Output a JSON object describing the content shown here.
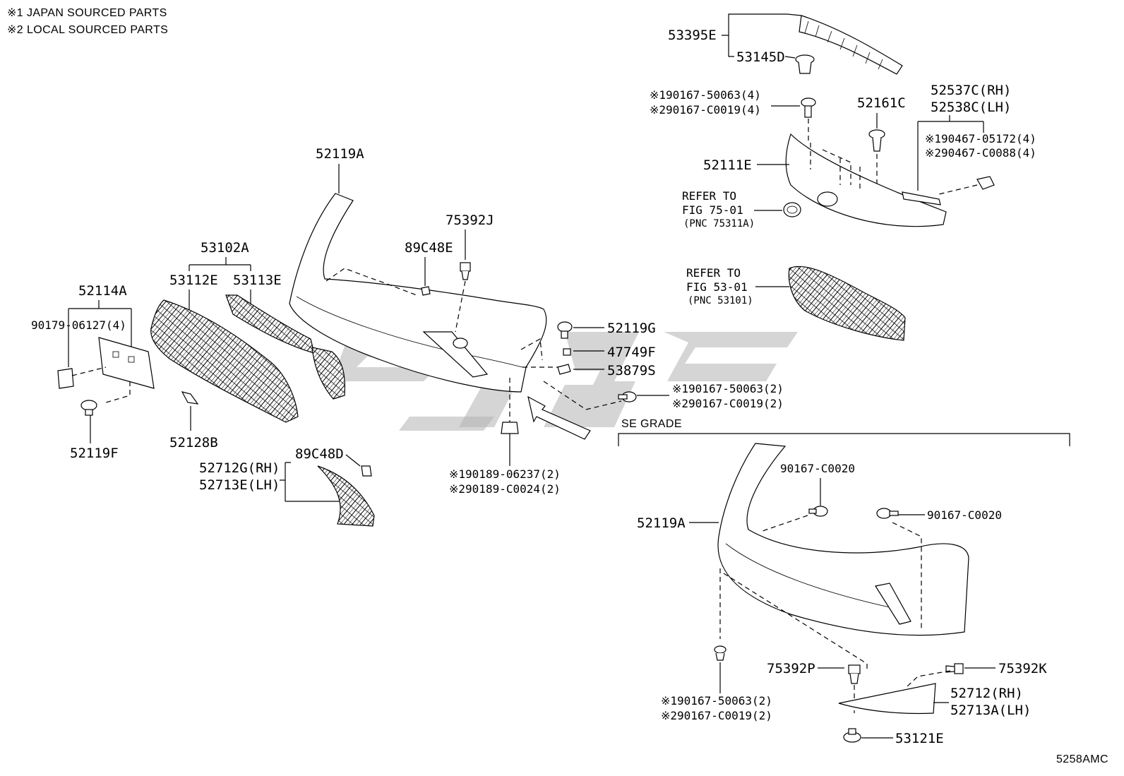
{
  "notes": [
    "※1 JAPAN SOURCED PARTS",
    "※2 LOCAL SOURCED PARTS"
  ],
  "labels": {
    "p53395E": "53395E",
    "p53145D": "53145D",
    "f90167_50063_4": "※190167-50063(4)",
    "f90167_C0019_4": "※290167-C0019(4)",
    "p52161C": "52161C",
    "p52537C": "52537C(RH)",
    "p52538C": "52538C(LH)",
    "f90467_05172": "※190467-05172(4)",
    "f90467_C0088": "※290467-C0088(4)",
    "p52111E": "52111E",
    "ref75_a": "REFER TO",
    "ref75_b": "FIG 75-01",
    "ref75_c": "(PNC 75311A)",
    "ref53_a": "REFER TO",
    "ref53_b": "FIG 53-01",
    "ref53_c": "(PNC 53101)",
    "p52119A": "52119A",
    "p75392J": "75392J",
    "p89C48E": "89C48E",
    "p53102A": "53102A",
    "p53112E": "53112E",
    "p53113E": "53113E",
    "p52114A": "52114A",
    "f90179_06127": "90179-06127(4)",
    "p52119G": "52119G",
    "p47749F": "47749F",
    "p53879S": "53879S",
    "f90167_50063_2a": "※190167-50063(2)",
    "f90167_C0019_2a": "※290167-C0019(2)",
    "se_grade": "SE GRADE",
    "p52119F": "52119F",
    "p52128B": "52128B",
    "p89C48D": "89C48D",
    "p52712G": "52712G(RH)",
    "p52713E": "52713E(LH)",
    "f90189_06237": "※190189-06237(2)",
    "f90189_C0024": "※290189-C0024(2)",
    "se_90167_C0020_a": "90167-C0020",
    "se_90167_C0020_b": "90167-C0020",
    "se_52119A": "52119A",
    "se_75392P": "75392P",
    "se_75392K": "75392K",
    "se_90167_50063": "※190167-50063(2)",
    "se_90167_C0019": "※290167-C0019(2)",
    "se_52712": "52712(RH)",
    "se_52713A": "52713A(LH)",
    "se_53121E": "53121E",
    "fig_code": "5258AMC"
  },
  "colors": {
    "ink": "#000000",
    "paper": "#ffffff",
    "watermark": "#b3b3b3"
  }
}
